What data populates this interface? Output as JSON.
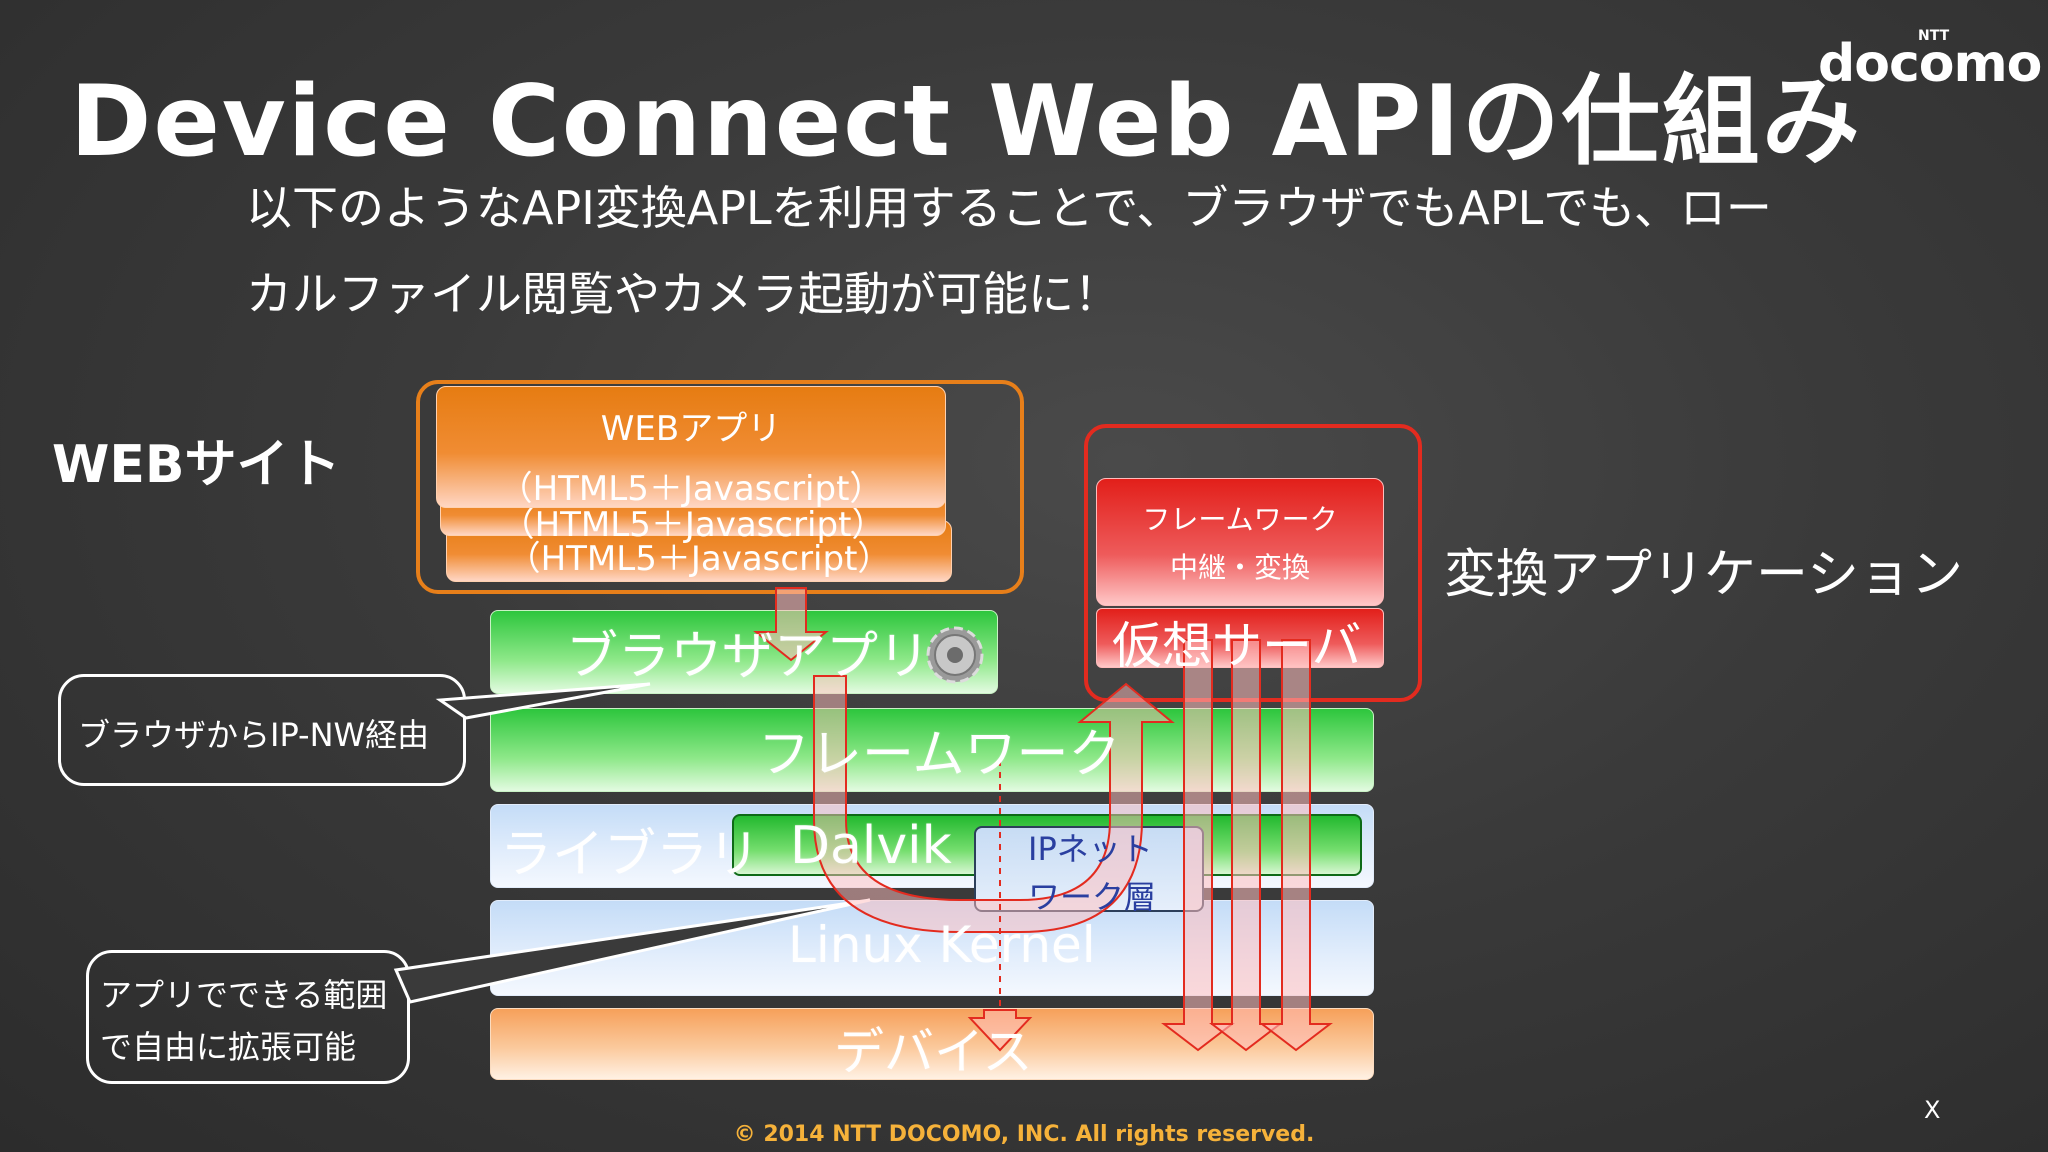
{
  "title": "Device Connect Web APIの仕組み",
  "logo": {
    "ntt": "NTT",
    "brand": "docomo"
  },
  "subtitle": {
    "line1": "以下のようなAPI変換APLを利用することで、ブラウザでもAPLでも、ロー",
    "line2": "カルファイル閲覧やカメラ起動が可能に！"
  },
  "labels": {
    "web_site": "WEBサイト",
    "conversion_app": "変換アプリケーション"
  },
  "web_app": {
    "title": "WEBアプリ",
    "tech": "（HTML5＋Javascript）"
  },
  "layers": {
    "browser_app": "ブラウザアプリ",
    "framework": "フレームワーク",
    "library": "ライブラリ",
    "dalvik": "Dalvik",
    "ip_network_1": "IPネット",
    "ip_network_2": "ワーク層",
    "linux_kernel": "Linux Kernel",
    "device": "デバイス"
  },
  "conversion": {
    "framework_line1": "フレームワーク",
    "framework_line2": "中継・変換",
    "virtual_server": "仮想サーバ"
  },
  "callouts": {
    "browser_via_ip": "ブラウザからIP-NW経由",
    "app_line1": "アプリでできる範囲",
    "app_line2": "で自由に拡張可能"
  },
  "footer": {
    "copyright": "© 2014  NTT DOCOMO, INC. All rights reserved.",
    "page_mark": "X"
  },
  "colors": {
    "web_orange": "#e77f1a",
    "conversion_red": "#e32b1f",
    "layer_green": "#2dc63d",
    "layer_blue": "#c4dcf7",
    "device_orange": "#f6a05a",
    "copyright_gold": "#f6b23a"
  },
  "icons": {
    "gear": "gear-icon"
  }
}
